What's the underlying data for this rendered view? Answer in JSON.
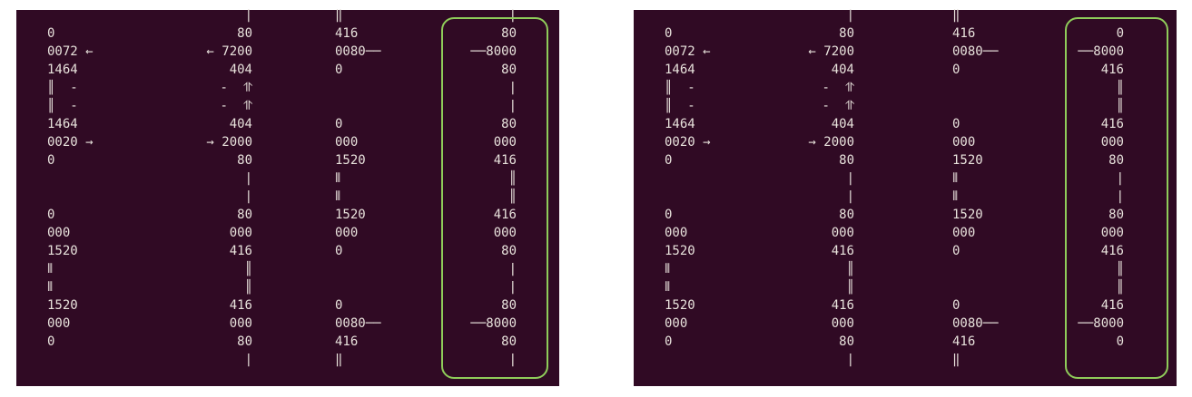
{
  "panels": [
    {
      "rows": [
        [
          "",
          "|",
          "‖",
          "|"
        ],
        [
          "0",
          "80",
          "416",
          "80"
        ],
        [
          "0072 ←",
          "← 7200",
          "0080──",
          "──8000"
        ],
        [
          "1464",
          "404",
          "0",
          "80"
        ],
        [
          "║  -",
          "-  ⥣",
          "",
          "|"
        ],
        [
          "║  -",
          "-  ⥣",
          "",
          "|"
        ],
        [
          "1464",
          "404",
          "0",
          "80"
        ],
        [
          "0020 →",
          "→ 2000",
          "000",
          "000"
        ],
        [
          "0",
          "80",
          "1520",
          "416"
        ],
        [
          "",
          "|",
          "⦀",
          "║"
        ],
        [
          "",
          "|",
          "⦀",
          "║"
        ],
        [
          "0",
          "80",
          "1520",
          "416"
        ],
        [
          "000",
          "000",
          "000",
          "000"
        ],
        [
          "1520",
          "416",
          "0",
          "80"
        ],
        [
          "⦀",
          "║",
          "",
          "|"
        ],
        [
          "⦀",
          "║",
          "",
          "|"
        ],
        [
          "1520",
          "416",
          "0",
          "80"
        ],
        [
          "000",
          "000",
          "0080──",
          "──8000"
        ],
        [
          "0",
          "80",
          "416",
          "80"
        ],
        [
          "",
          "|",
          "‖",
          "|"
        ]
      ]
    },
    {
      "rows": [
        [
          "",
          "|",
          "‖",
          ""
        ],
        [
          "0",
          "80",
          "416",
          "0"
        ],
        [
          "0072 ←",
          "← 7200",
          "0080──",
          "──8000"
        ],
        [
          "1464",
          "404",
          "0",
          "416"
        ],
        [
          "║  -",
          "-  ⥣",
          "",
          "║"
        ],
        [
          "║  -",
          "-  ⥣",
          "",
          "║"
        ],
        [
          "1464",
          "404",
          "0",
          "416"
        ],
        [
          "0020 →",
          "→ 2000",
          "000",
          "000"
        ],
        [
          "0",
          "80",
          "1520",
          "80"
        ],
        [
          "",
          "|",
          "⦀",
          "|"
        ],
        [
          "",
          "|",
          "⦀",
          "|"
        ],
        [
          "0",
          "80",
          "1520",
          "80"
        ],
        [
          "000",
          "000",
          "000",
          "000"
        ],
        [
          "1520",
          "416",
          "0",
          "416"
        ],
        [
          "⦀",
          "║",
          "",
          "║"
        ],
        [
          "⦀",
          "║",
          "",
          "║"
        ],
        [
          "1520",
          "416",
          "0",
          "416"
        ],
        [
          "000",
          "000",
          "0080──",
          "──8000"
        ],
        [
          "0",
          "80",
          "416",
          "0"
        ],
        [
          "",
          "|",
          "‖",
          ""
        ]
      ]
    }
  ]
}
